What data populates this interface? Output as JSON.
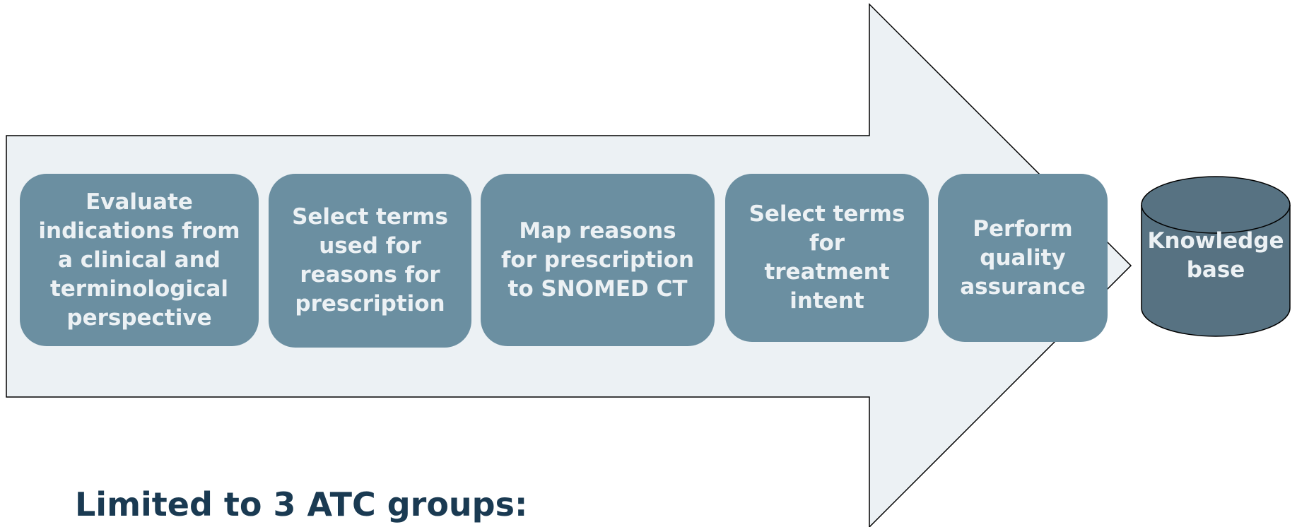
{
  "steps": [
    {
      "label": "Evaluate\nindications from\na clinical and\nterminological\nperspective"
    },
    {
      "label": "Select terms\nused for\nreasons for\nprescription"
    },
    {
      "label": "Map reasons\nfor prescription\nto SNOMED CT"
    },
    {
      "label": "Select terms\nfor\ntreatment\nintent"
    },
    {
      "label": "Perform\nquality\nassurance"
    }
  ],
  "knowledge_base": {
    "label": "Knowledge\nbase"
  },
  "footer": {
    "title": "Limited to 3 ATC groups:"
  },
  "colors": {
    "arrow_fill": "#ecf1f4",
    "arrow_stroke": "#000000",
    "step_fill": "#6b8fa1",
    "step_text": "#ecf1f4",
    "cylinder_fill": "#577282",
    "footer_text": "#1a3a52"
  }
}
